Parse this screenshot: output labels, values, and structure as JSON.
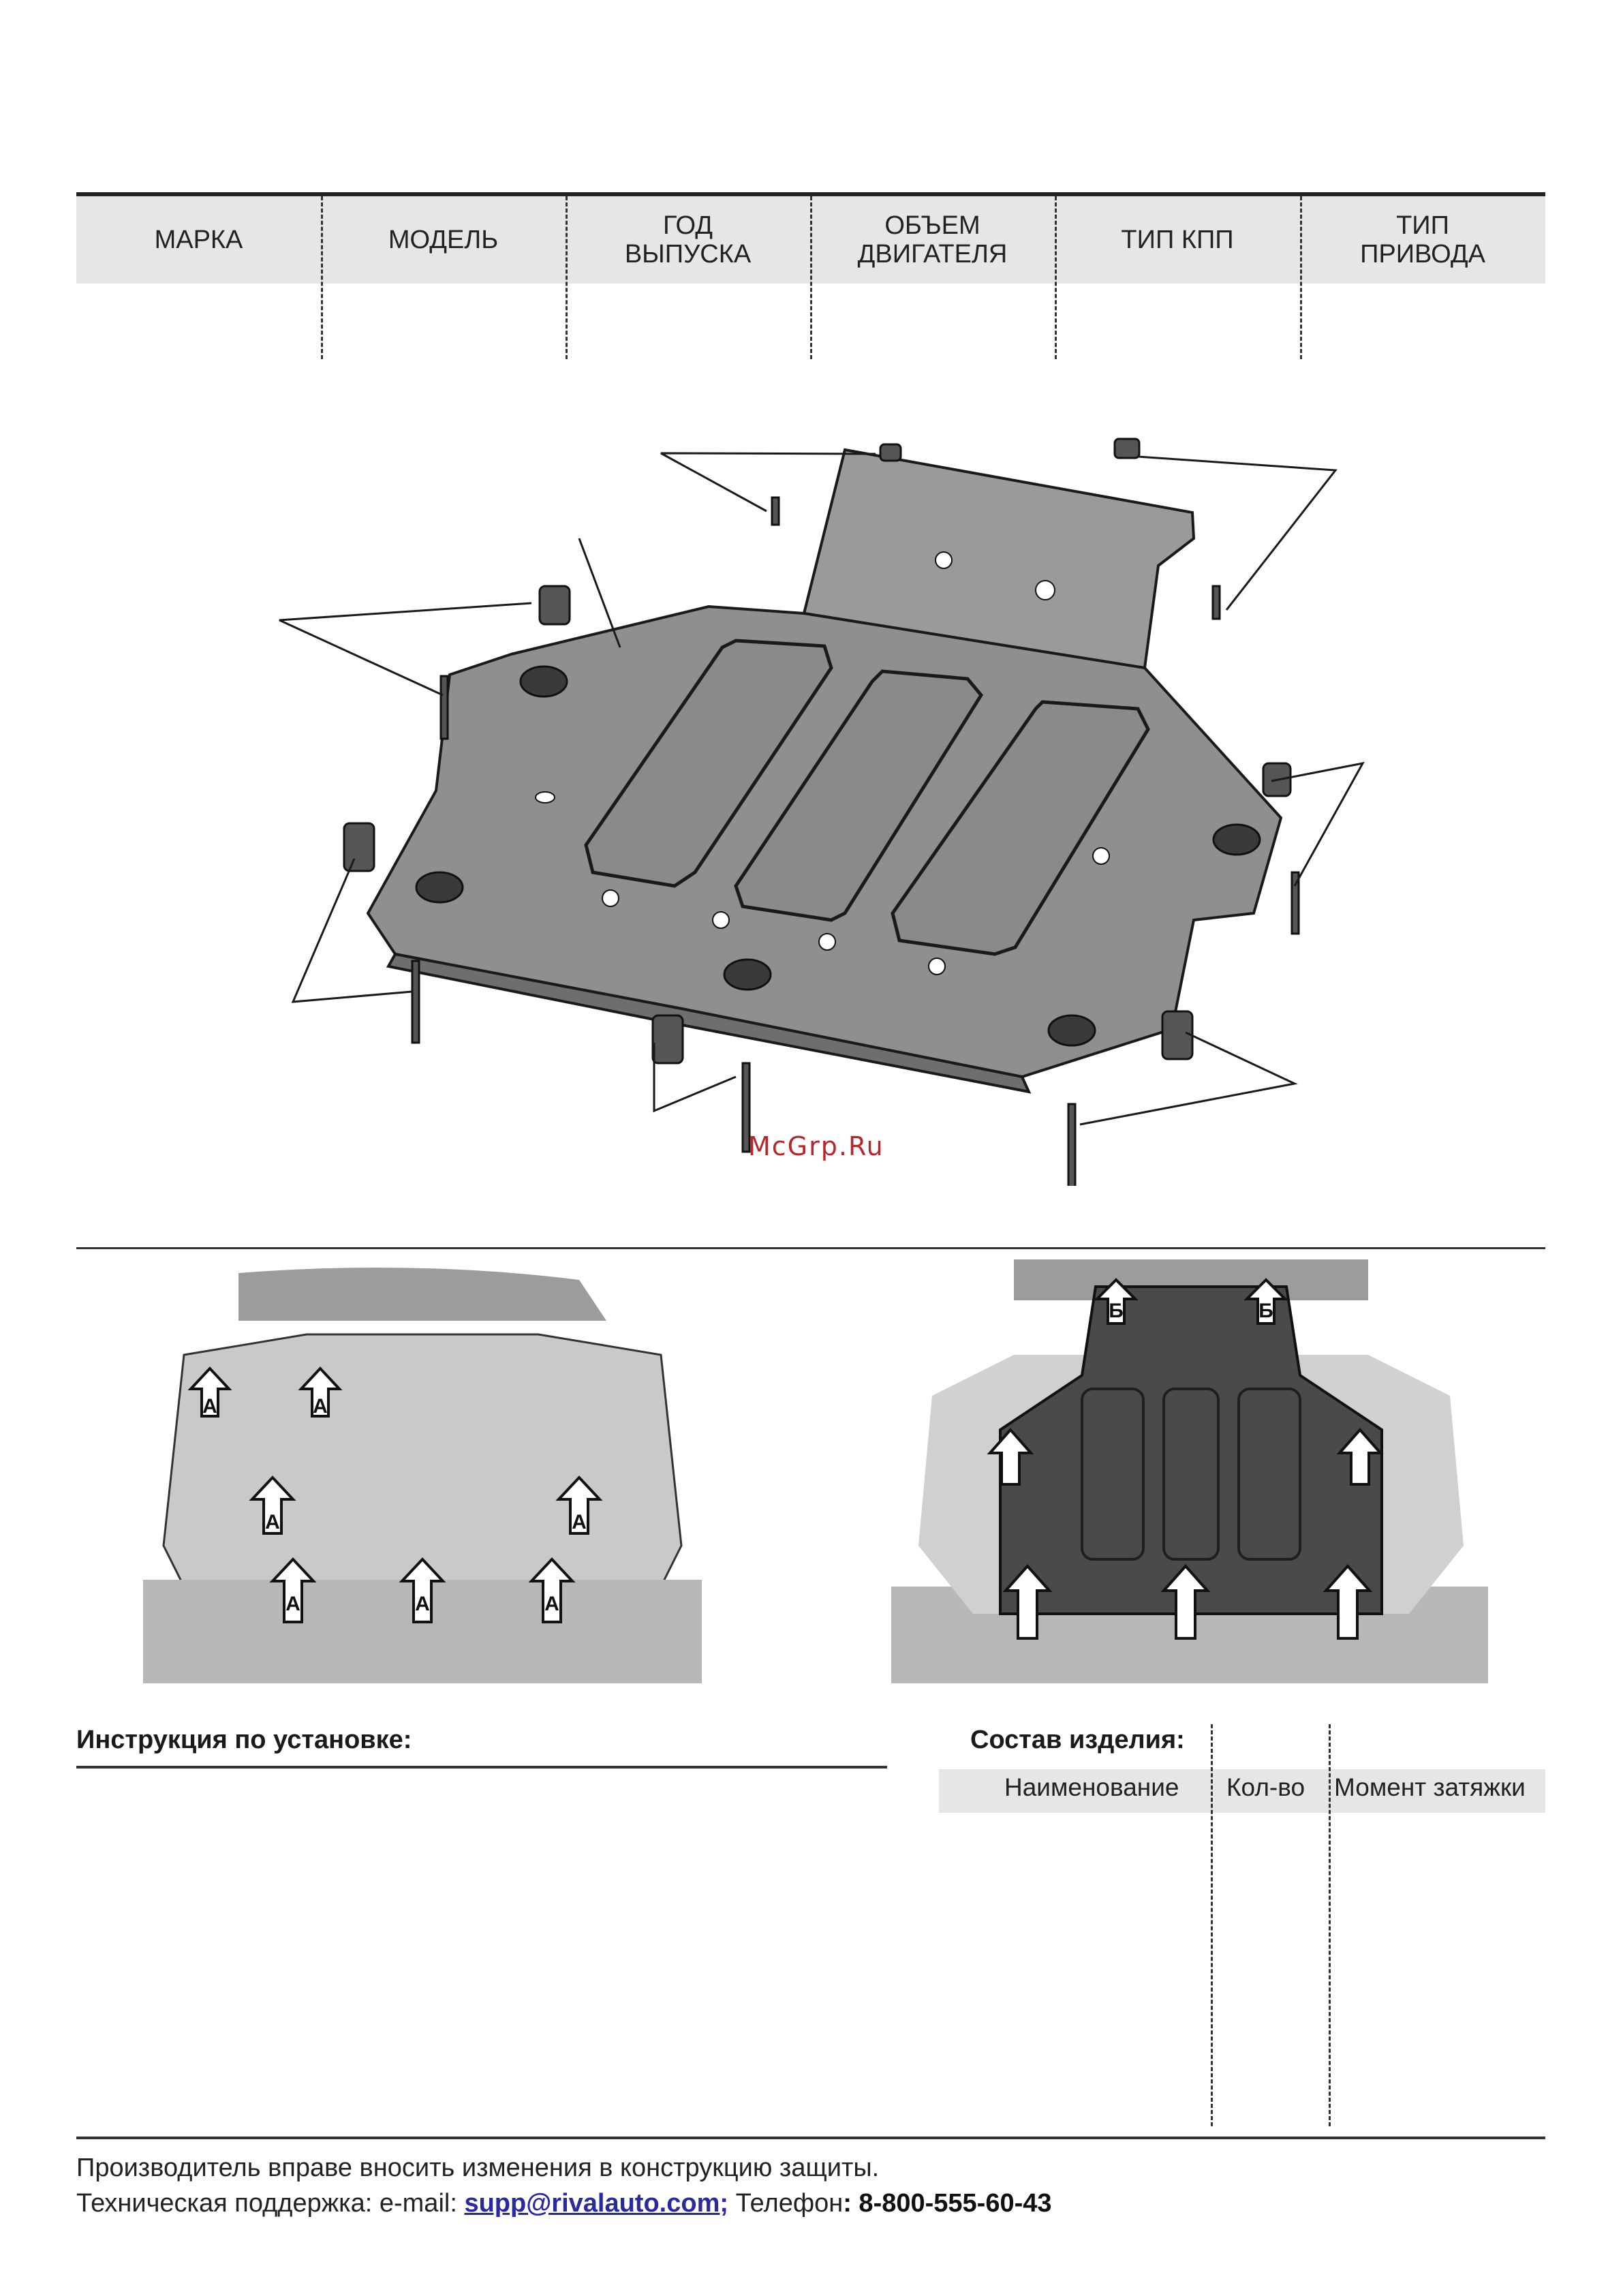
{
  "spec_table": {
    "headers": [
      "МАРКА",
      "МОДЕЛЬ",
      "ГОД\nВЫПУСКА",
      "ОБЪЕМ\nДВИГАТЕЛЯ",
      "ТИП КПП",
      "ТИП\nПРИВОДА"
    ]
  },
  "watermark": "McGrp.Ru",
  "photos": {
    "before_labels": [
      "А",
      "А",
      "А",
      "А",
      "А",
      "А",
      "А"
    ],
    "after_labels": [
      "Б",
      "Б"
    ]
  },
  "instructions": {
    "title": "Инструкция по установке:"
  },
  "composition": {
    "title": "Состав изделия:",
    "columns": [
      "Наименование",
      "Кол-во",
      "Момент затяжки"
    ]
  },
  "footer": {
    "note": "Производитель вправе вносить изменения в конструкцию защиты.",
    "support_label": "Техническая поддержка:  e-mail: ",
    "email": "supp@rivalauto.com",
    "separator": ";",
    "phone_label": " Телефон",
    "phone": ": 8-800-555-60-43"
  },
  "colors": {
    "plate_fill": "#8f8f8f",
    "header_bg": "#e6e6e6",
    "watermark": "#b8252a",
    "link": "#2a2aa0"
  }
}
